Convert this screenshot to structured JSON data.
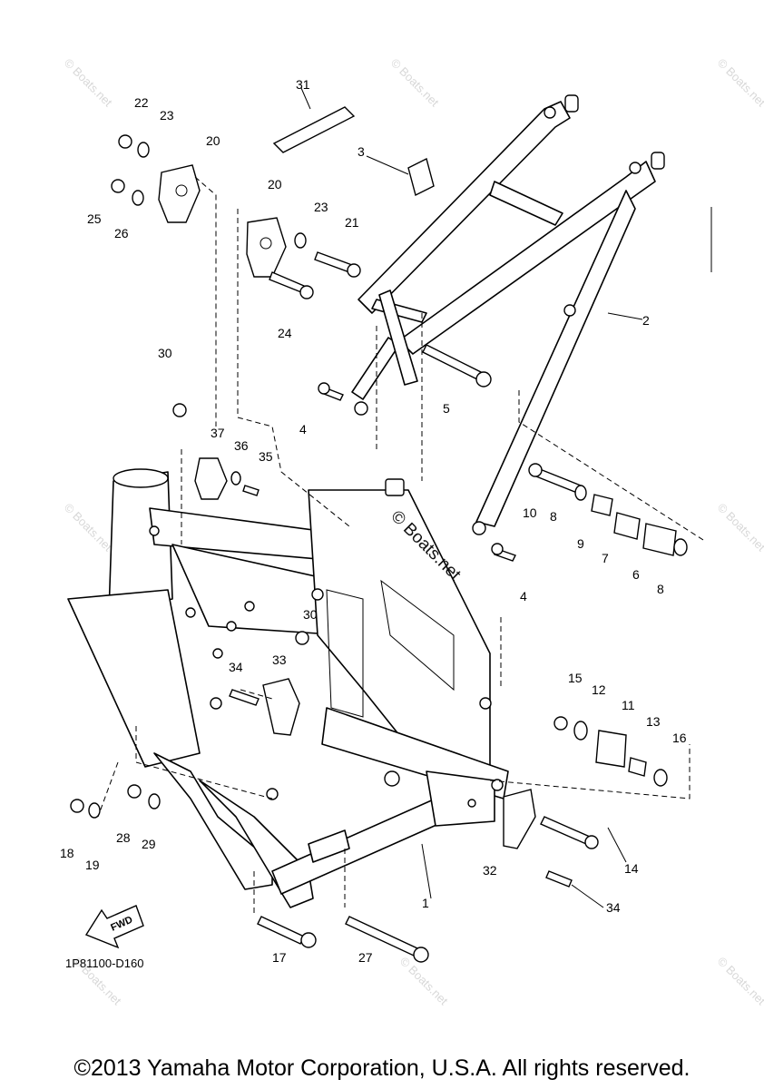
{
  "diagram_code": "1P81100-D160",
  "fwd_label": "FWD",
  "watermark_text": "© Boats.net",
  "center_watermark": "© Boats.net",
  "copyright": "©2013 Yamaha Motor Corporation, U.S.A. All rights reserved.",
  "callouts": [
    "1",
    "2",
    "3",
    "4",
    "4",
    "5",
    "6",
    "7",
    "8",
    "8",
    "9",
    "10",
    "11",
    "12",
    "13",
    "14",
    "15",
    "16",
    "17",
    "18",
    "19",
    "20",
    "20",
    "21",
    "22",
    "23",
    "23",
    "24",
    "25",
    "26",
    "27",
    "28",
    "29",
    "30",
    "30",
    "31",
    "32",
    "33",
    "34",
    "34",
    "35",
    "36",
    "37"
  ]
}
